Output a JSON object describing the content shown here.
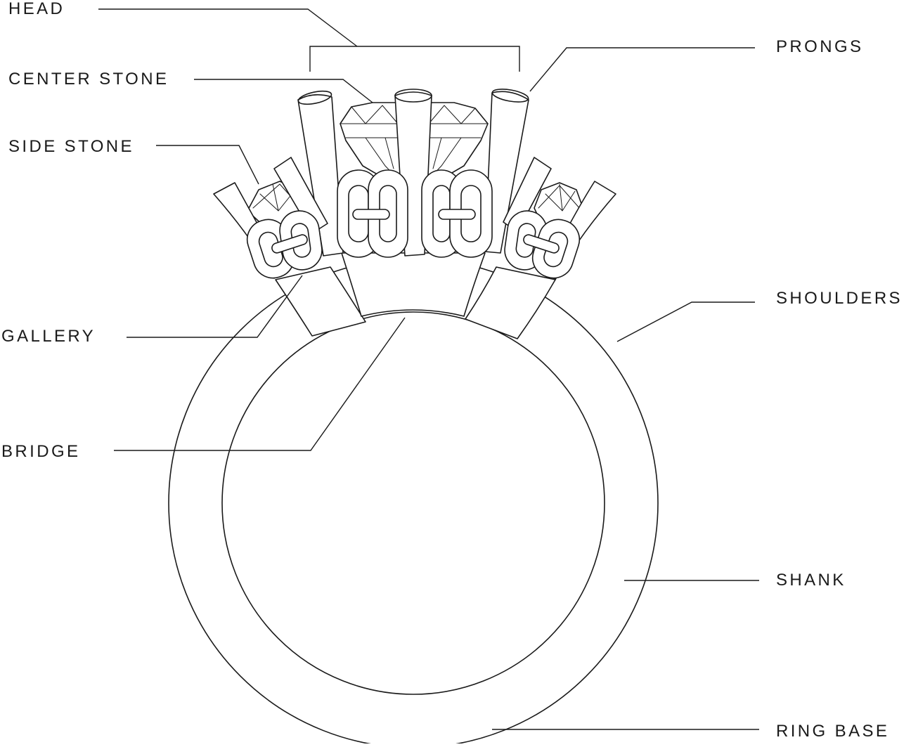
{
  "labels": {
    "head": "HEAD",
    "center_stone": "CENTER STONE",
    "side_stone": "SIDE STONE",
    "gallery": "GALLERY",
    "bridge": "BRIDGE",
    "prongs": "PRONGS",
    "shoulders": "SHOULDERS",
    "shank": "SHANK",
    "ring_base": "RING BASE"
  },
  "colors": {
    "line": "#1a1a1a",
    "background": "#ffffff"
  }
}
